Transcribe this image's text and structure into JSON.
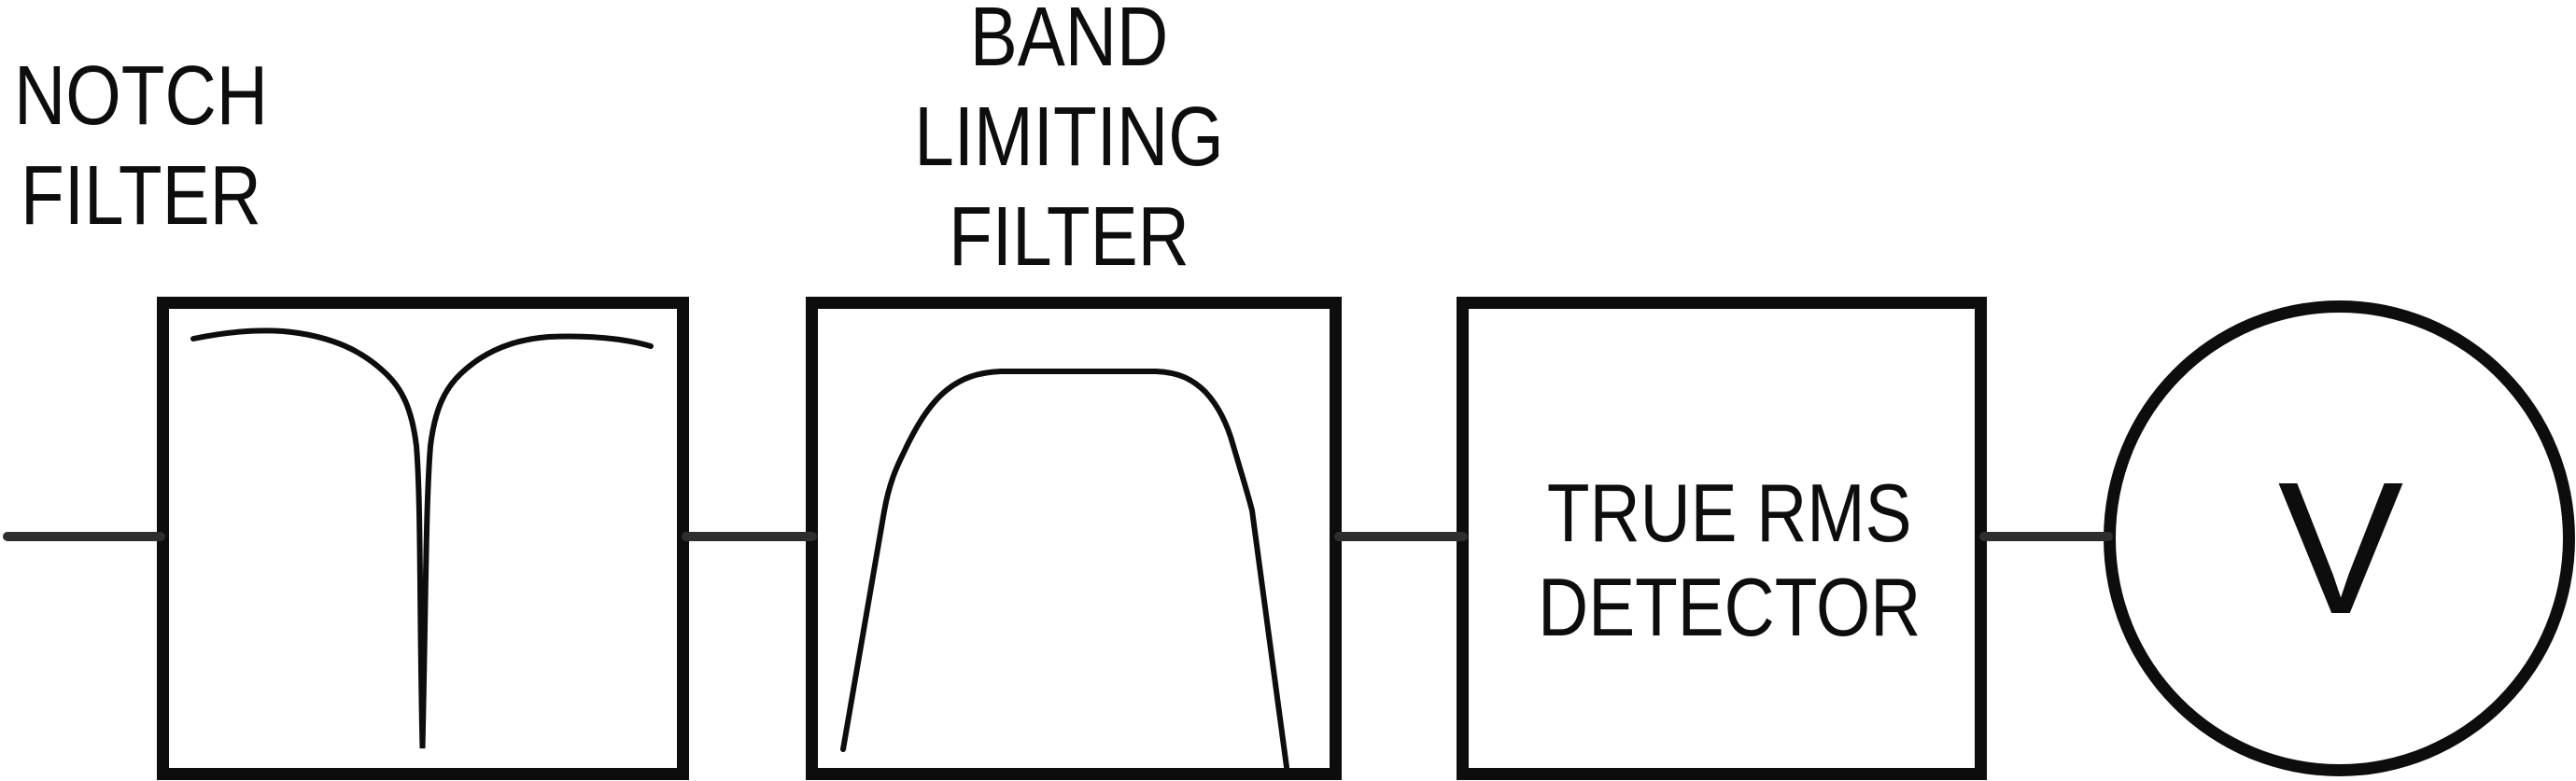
{
  "diagram": {
    "type": "signal-chain-block-diagram",
    "colors": {
      "background": "#ffffff",
      "ink": "#0d0d0d",
      "wire": "#2e2e2e"
    },
    "blocks": [
      {
        "name": "notch-filter",
        "label_lines": [
          "NOTCH",
          "FILTER"
        ],
        "label_placement": "above",
        "symbol": "notch-frequency-response-curve"
      },
      {
        "name": "band-limiting-filter",
        "label_lines": [
          "BAND",
          "LIMITING",
          "FILTER"
        ],
        "label_placement": "above",
        "symbol": "bandpass-frequency-response-curve"
      },
      {
        "name": "true-rms-detector",
        "label_lines": [
          "TRUE RMS",
          "DETECTOR"
        ],
        "label_placement": "inside"
      },
      {
        "name": "voltmeter",
        "shape": "circle",
        "label_lines": [
          "V"
        ],
        "label_placement": "inside"
      }
    ],
    "wires": [
      {
        "name": "input-wire"
      },
      {
        "name": "notch-to-band-wire"
      },
      {
        "name": "band-to-detector-wire"
      },
      {
        "name": "detector-to-meter-wire"
      }
    ]
  }
}
